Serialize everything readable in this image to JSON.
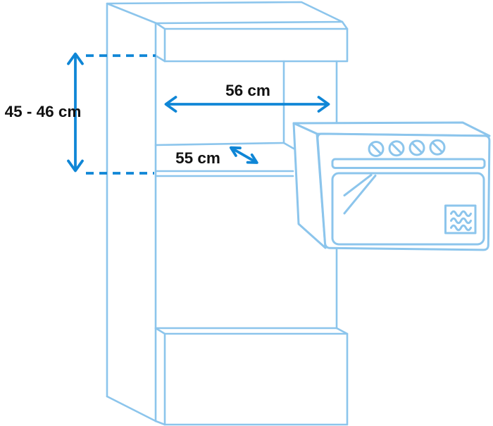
{
  "diagram": {
    "labels": {
      "niche_height": "45 - 46 cm",
      "niche_width": "56 cm",
      "niche_depth": "55 cm"
    },
    "colors": {
      "outline": "#8cc5ec",
      "dimension": "#0f86d6",
      "text": "#111111",
      "background": "#ffffff"
    },
    "icons": {
      "oven_knob": "circle-with-diagonal-slash",
      "microwave_symbol": "square-with-three-wavy-lines",
      "dimension_arrow": "double-headed-chevron-arrow"
    }
  }
}
